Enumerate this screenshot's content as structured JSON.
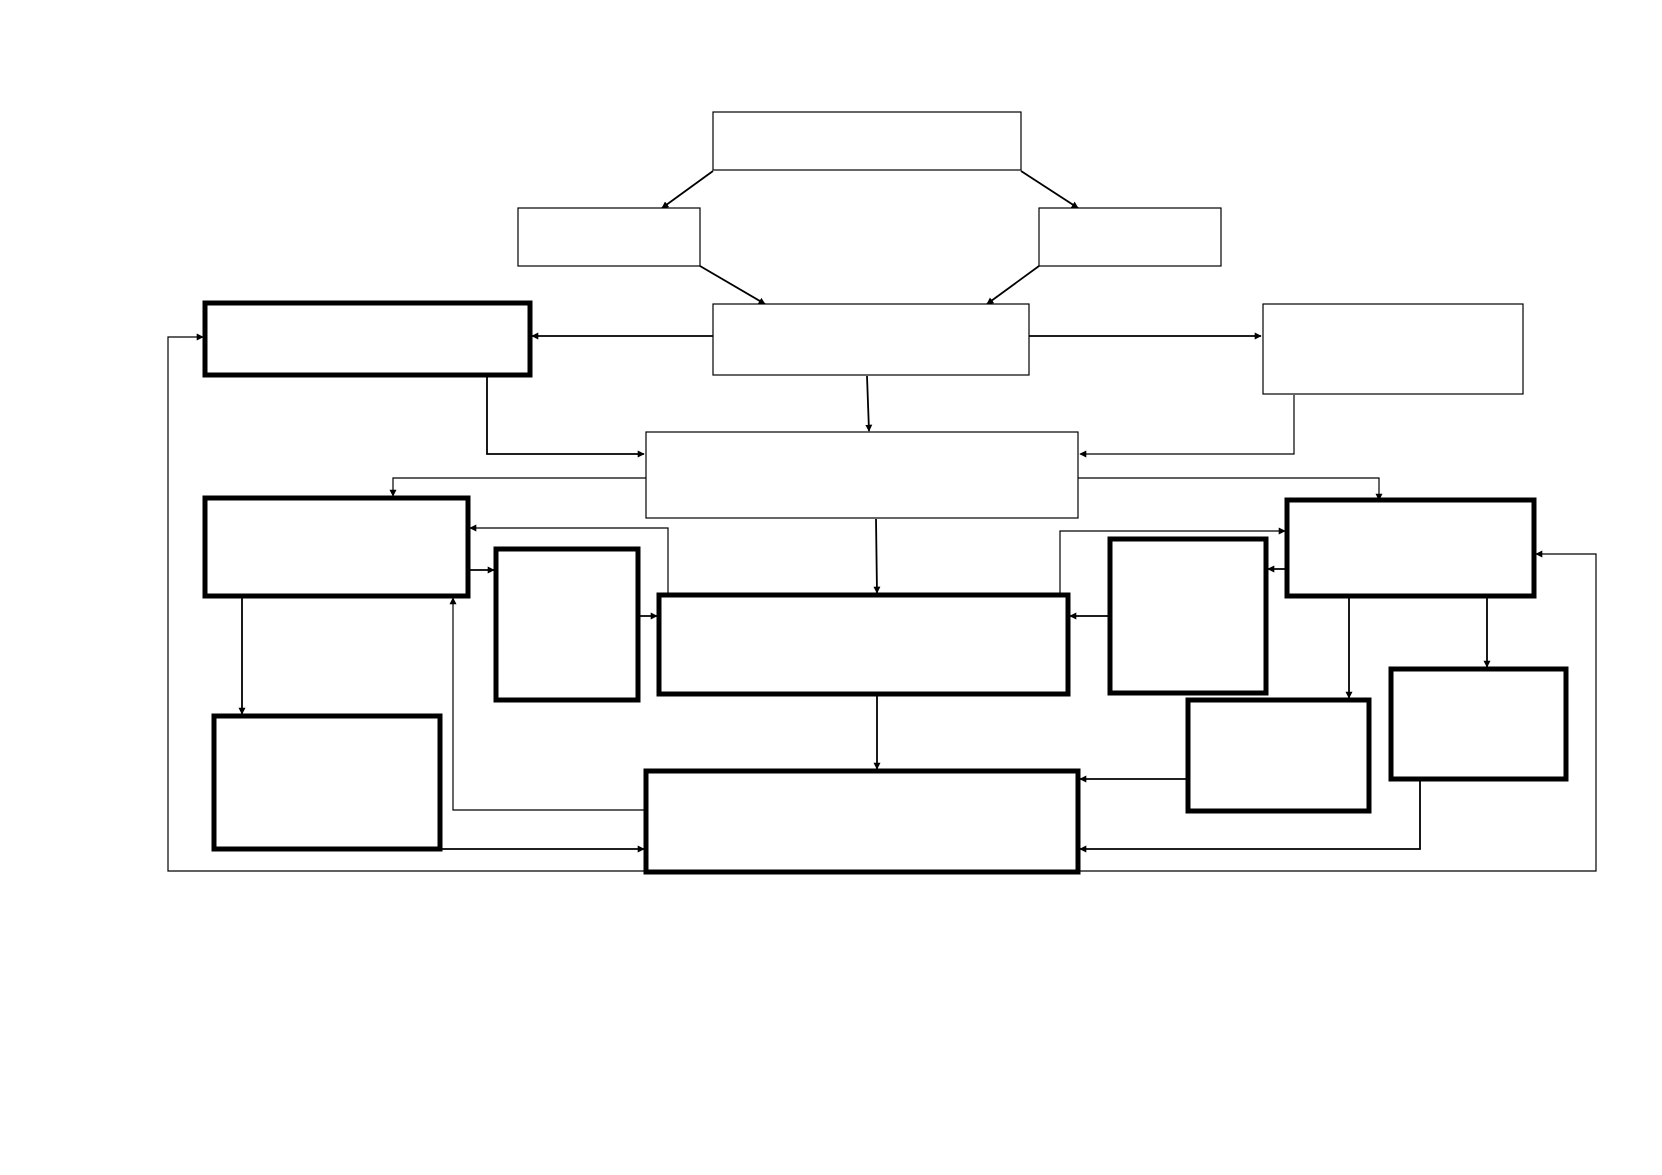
{
  "diagram": {
    "type": "flowchart",
    "colors": {
      "stroke": "#000000",
      "background": "#ffffff"
    },
    "nodes": [
      {
        "id": "top",
        "label": "",
        "style": "thin"
      },
      {
        "id": "upper-left",
        "label": "",
        "style": "thin"
      },
      {
        "id": "upper-right",
        "label": "",
        "style": "thin"
      },
      {
        "id": "center",
        "label": "",
        "style": "thin"
      },
      {
        "id": "left-top-bold",
        "label": "",
        "style": "thick"
      },
      {
        "id": "right-top",
        "label": "",
        "style": "thin"
      },
      {
        "id": "hub",
        "label": "",
        "style": "thin"
      },
      {
        "id": "left-mid-bold",
        "label": "",
        "style": "thick"
      },
      {
        "id": "small-left-bold",
        "label": "",
        "style": "thick"
      },
      {
        "id": "middle-bold",
        "label": "",
        "style": "thick"
      },
      {
        "id": "small-right-bold",
        "label": "",
        "style": "thick"
      },
      {
        "id": "right-mid-bold",
        "label": "",
        "style": "thick"
      },
      {
        "id": "left-bottom-bold",
        "label": "",
        "style": "thick"
      },
      {
        "id": "bottom-right-a-bold",
        "label": "",
        "style": "thick"
      },
      {
        "id": "bottom-right-b-bold",
        "label": "",
        "style": "thick"
      },
      {
        "id": "bottom-bold",
        "label": "",
        "style": "thick"
      }
    ],
    "edges": [
      {
        "from": "top",
        "to": "upper-left"
      },
      {
        "from": "top",
        "to": "upper-right"
      },
      {
        "from": "upper-left",
        "to": "center"
      },
      {
        "from": "upper-right",
        "to": "center"
      },
      {
        "from": "center",
        "to": "left-top-bold"
      },
      {
        "from": "center",
        "to": "right-top"
      },
      {
        "from": "center",
        "to": "hub"
      },
      {
        "from": "left-top-bold",
        "to": "hub"
      },
      {
        "from": "right-top",
        "to": "hub"
      },
      {
        "from": "hub",
        "to": "left-mid-bold"
      },
      {
        "from": "hub",
        "to": "right-mid-bold"
      },
      {
        "from": "hub",
        "to": "middle-bold"
      },
      {
        "from": "middle-bold",
        "to": "left-mid-bold"
      },
      {
        "from": "middle-bold",
        "to": "right-mid-bold"
      },
      {
        "from": "left-mid-bold",
        "to": "small-left-bold"
      },
      {
        "from": "small-left-bold",
        "to": "middle-bold"
      },
      {
        "from": "small-right-bold",
        "to": "middle-bold"
      },
      {
        "from": "right-mid-bold",
        "to": "small-right-bold"
      },
      {
        "from": "left-mid-bold",
        "to": "left-bottom-bold"
      },
      {
        "from": "right-mid-bold",
        "to": "bottom-right-a-bold"
      },
      {
        "from": "right-mid-bold",
        "to": "bottom-right-b-bold"
      },
      {
        "from": "middle-bold",
        "to": "bottom-bold"
      },
      {
        "from": "bottom-right-a-bold",
        "to": "bottom-bold"
      },
      {
        "from": "bottom-right-b-bold",
        "to": "bottom-bold"
      },
      {
        "from": "left-bottom-bold",
        "to": "bottom-bold"
      },
      {
        "from": "bottom-bold",
        "to": "left-mid-bold"
      },
      {
        "from": "bottom-bold",
        "to": "left-top-bold"
      },
      {
        "from": "bottom-bold",
        "to": "right-mid-bold"
      }
    ]
  }
}
